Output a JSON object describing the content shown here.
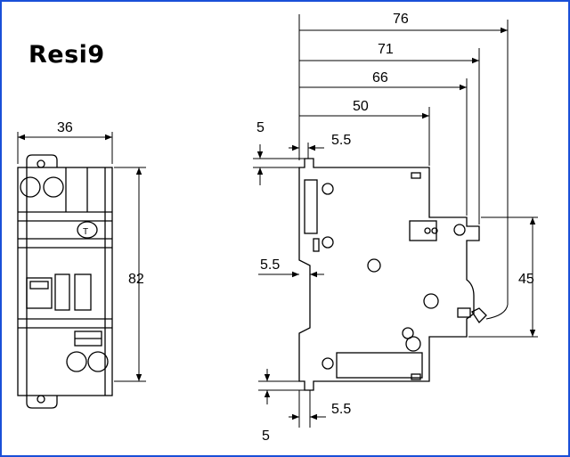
{
  "title": "Resi9",
  "dimensions": {
    "front_width": "36",
    "front_height": "82",
    "total_depth": "76",
    "depth_71": "71",
    "depth_66": "66",
    "depth_50": "50",
    "rail_height": "45",
    "top_clip": "5",
    "top_offset": "5.5",
    "rail_offset": "5.5",
    "bottom_clip": "5",
    "bottom_offset": "5.5"
  },
  "colors": {
    "frame": "#1a4fd8",
    "line": "#000000",
    "background": "#ffffff"
  }
}
